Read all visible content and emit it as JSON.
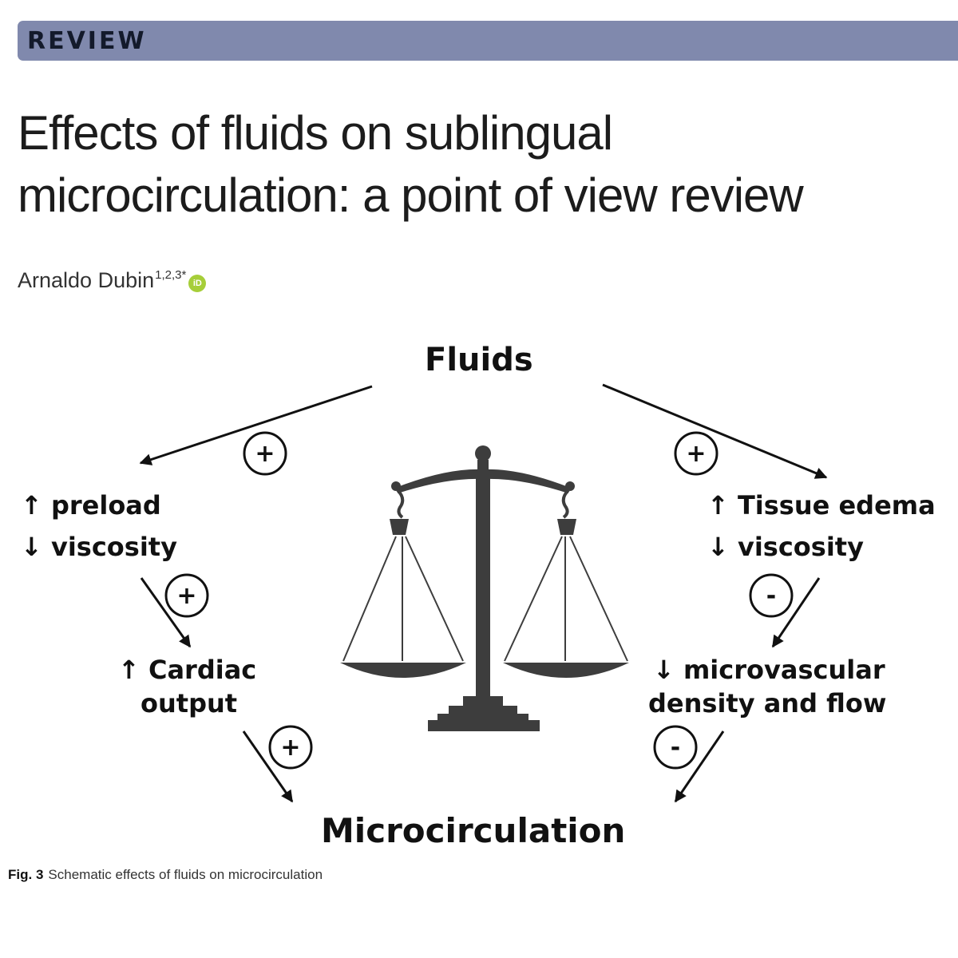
{
  "header": {
    "section_label": "REVIEW"
  },
  "article": {
    "title": "Effects of fluids on sublingual microcirculation: a point of view review",
    "author": "Arnaldo Dubin",
    "author_affiliations": "1,2,3*",
    "orcid_icon": "iD"
  },
  "figure": {
    "top_label": "Fluids",
    "bottom_label": "Microcirculation",
    "left": {
      "line1": "↑ preload",
      "line2": "↓ viscosity",
      "mid_line1": "↑ Cardiac",
      "mid_line2": "output"
    },
    "right": {
      "line1": "↑ Tissue edema",
      "line2": "↓ viscosity",
      "mid_line1": "↓ microvascular",
      "mid_line2": "density and flow"
    },
    "signs": {
      "top_left": "+",
      "top_right": "+",
      "left_upper": "+",
      "left_lower": "+",
      "right_upper": "-",
      "right_lower": "-"
    },
    "center_icon": "balance-scale-icon",
    "caption_label": "Fig. 3",
    "caption_text": "Schematic effects of fluids on microcirculation"
  }
}
